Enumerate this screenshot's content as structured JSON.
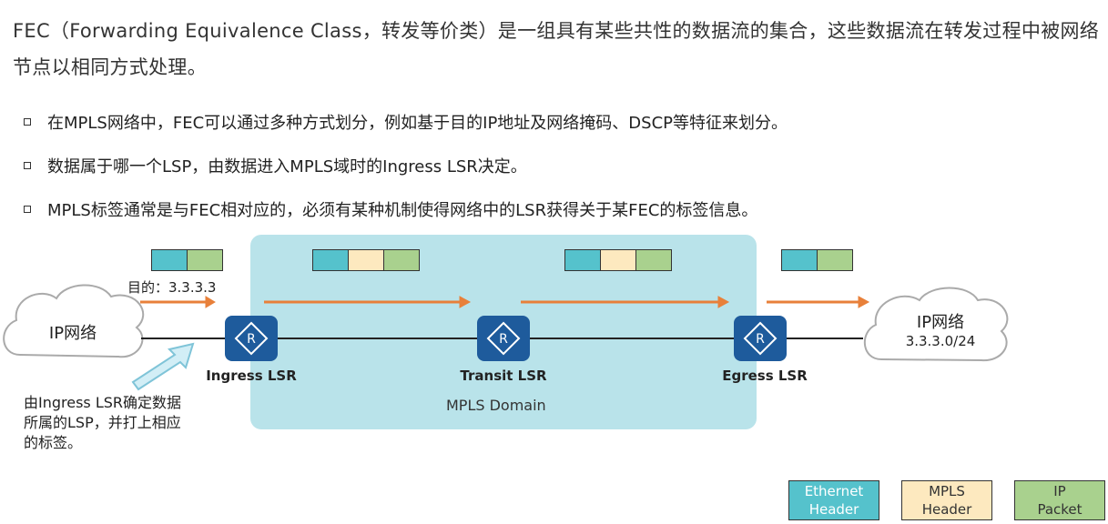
{
  "intro": "FEC（Forwarding Equivalence Class，转发等价类）是一组具有某些共性的数据流的集合，这些数据流在转发过程中被网络节点以相同方式处理。",
  "bullets": [
    "在MPLS网络中，FEC可以通过多种方式划分，例如基于目的IP地址及网络掩码、DSCP等特征来划分。",
    "数据属于哪一个LSP，由数据进入MPLS域时的Ingress LSR决定。",
    "MPLS标签通常是与FEC相对应的，必须有某种机制使得网络中的LSR获得关于某FEC的标签信息。"
  ],
  "diagram": {
    "left_cloud": "IP网络",
    "right_cloud": "IP网络",
    "right_cloud_sub": "3.3.3.0/24",
    "destination": "目的：3.3.3.3",
    "domain_label": "MPLS Domain",
    "lsr": [
      "Ingress LSR",
      "Transit LSR",
      "Egress LSR"
    ],
    "note": "由Ingress LSR确定数据所属的LSP，并打上相应的标签。",
    "colors": {
      "domain": "#b9e3ea",
      "ethernet": "#55c2cc",
      "mpls": "#fde9bf",
      "ip": "#a9d18e",
      "arrow": "#e8803a",
      "router": "#1e5b9c"
    }
  },
  "legend": {
    "ethernet": [
      "Ethernet",
      "Header"
    ],
    "mpls": [
      "MPLS",
      "Header"
    ],
    "ip": [
      "IP",
      "Packet"
    ]
  }
}
